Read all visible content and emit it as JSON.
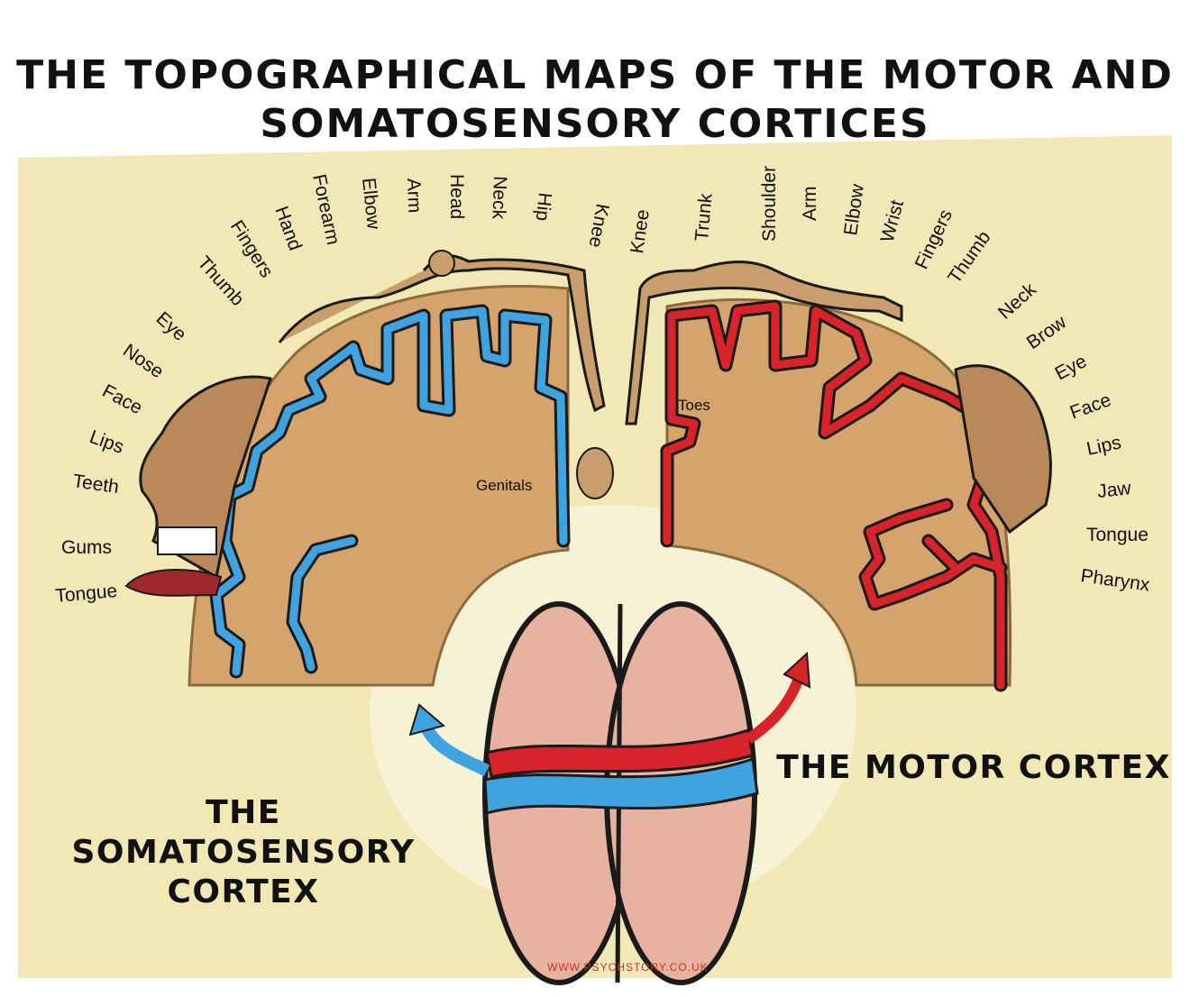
{
  "title": {
    "line1": "THE TOPOGRAPHICAL MAPS OF THE MOTOR AND",
    "line2": "SOMATOSENSORY CORTICES"
  },
  "captions": {
    "sensory_line1": "THE SOMATOSENSORY",
    "sensory_line2": "CORTEX",
    "motor": "THE MOTOR CORTEX"
  },
  "sensory_labels": {
    "tongue": "Tongue",
    "gums": "Gums",
    "teeth": "Teeth",
    "lips": "Lips",
    "face": "Face",
    "nose": "Nose",
    "eye": "Eye",
    "thumb": "Thumb",
    "fingers": "Fingers",
    "hand": "Hand",
    "forearm": "Forearm",
    "elbow": "Elbow",
    "arm": "Arm",
    "head": "Head",
    "neck": "Neck",
    "hip": "Hip",
    "knee": "Knee",
    "genitals": "Genitals"
  },
  "motor_labels": {
    "knee": "Knee",
    "trunk": "Trunk",
    "shoulder": "Shoulder",
    "arm": "Arm",
    "elbow": "Elbow",
    "wrist": "Wrist",
    "fingers": "Fingers",
    "thumb": "Thumb",
    "neck": "Neck",
    "brow": "Brow",
    "eye": "Eye",
    "face": "Face",
    "lips": "Lips",
    "jaw": "Jaw",
    "tongue": "Tongue",
    "pharynx": "Pharynx",
    "toes": "Toes"
  },
  "credit": "WWW.PSYCHSTORY.CO.UK",
  "colors": {
    "background": "#f1e8b6",
    "tissue": "#d4a46c",
    "sensory": "#3fa3e0",
    "motor": "#d9232b",
    "outline": "#1a1a1a"
  }
}
